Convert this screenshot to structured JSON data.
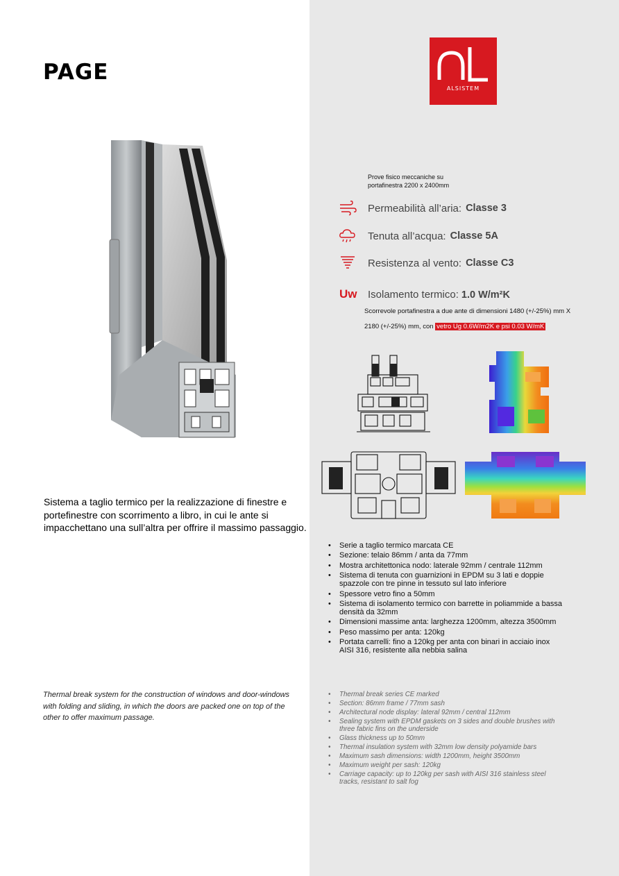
{
  "header": {
    "product_name": "PAGE"
  },
  "brand": {
    "name": "ALSISTEM",
    "color": "#d71920",
    "icon": "alsistem-logo"
  },
  "product_image": {
    "description_icon": "window-profile-corner-section"
  },
  "intro": {
    "italian": "Sistema a taglio termico per la realizzazione di finestre e portefinestre con scorrimento a libro, in cui le ante si impacchettano una sull’altra per offrire il massimo passaggio.",
    "english": "Thermal break system for the construction of windows and door-windows with folding and sliding, in which the doors are packed one on top of the other to offer maximum passage."
  },
  "performance": {
    "heading_line1": "Prove fisico meccaniche su",
    "heading_line2": "portafinestra 2200 x 2400mm",
    "items": [
      {
        "icon": "wind-air-icon",
        "label": "Permeabilità all’aria:",
        "value": "Classe 3"
      },
      {
        "icon": "rain-cloud-icon",
        "label": "Tenuta all’acqua:",
        "value": "Classe 5A"
      },
      {
        "icon": "tornado-icon",
        "label": "Resistenza al vento:",
        "value": "Classe C3"
      }
    ],
    "thermal": {
      "mark": "Uw",
      "label": "Isolamento termico:",
      "value": "1.0 W/m²K",
      "note": "Scorrevole portafinestra a due ante di dimensioni 1480 (+/-25%) mm X 2180 (+/-25%) mm, con",
      "highlight": "vetro Ug 0.6W/m2K e psi 0.03 W/mK"
    }
  },
  "features_it": [
    "Serie a taglio termico marcata CE",
    "Sezione: telaio 86mm / anta da 77mm",
    "Mostra architettonica nodo: laterale 92mm / centrale 112mm",
    "Sistema di tenuta con guarnizioni in EPDM su 3 lati e doppie spazzole con tre pinne in tessuto sul lato inferiore",
    "Spessore vetro fino a 50mm",
    "Sistema di isolamento termico con barrette in poliammide a bassa densità da 32mm",
    "Dimensioni massime anta: larghezza 1200mm, altezza 3500mm",
    "Peso massimo per anta: 120kg",
    "Portata carrelli: fino a 120kg per anta con binari in acciaio inox AISI 316, resistente alla nebbia salina"
  ],
  "features_en": [
    "Thermal break series CE marked",
    "Section: 86mm frame / 77mm sash",
    "Architectural node display: lateral 92mm / central 112mm",
    "Sealing system with EPDM gaskets on 3 sides and double brushes with three fabric fins on the underside",
    "Glass thickness up to 50mm",
    "Thermal insulation system with 32mm low density polyamide bars",
    "Maximum sash dimensions: width 1200mm, height 3500mm",
    "Maximum weight per sash: 120kg",
    "Carriage capacity: up to 120kg per sash with AISI 316 stainless steel tracks, resistant to salt fog"
  ]
}
